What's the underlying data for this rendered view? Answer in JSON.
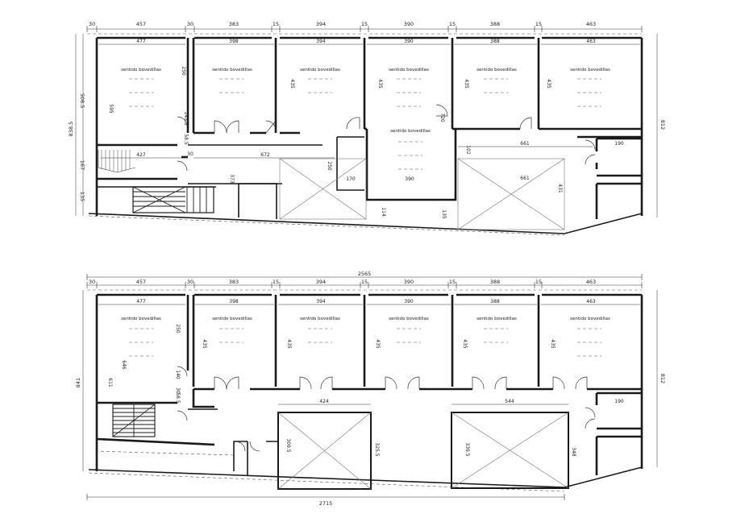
{
  "plan1": {
    "top_dims": [
      "30",
      "457",
      "30",
      "383",
      "15",
      "394",
      "15",
      "390",
      "15",
      "388",
      "15",
      "463"
    ],
    "cell_widths": [
      "398",
      "394",
      "390",
      "388",
      "463"
    ],
    "first_cell_width": "477",
    "rotation_label": "sentido bovedillas",
    "left_dims": [
      "838.5",
      "508.5",
      "167",
      "135"
    ],
    "right_dim": "812",
    "inner": {
      "d595": "595",
      "d250": "250",
      "d1433": "143.3",
      "d585": "58.5",
      "d30": "30",
      "d427": "427",
      "d672": "672",
      "d373": "373",
      "d250b": "250",
      "d170": "170",
      "d390": "390",
      "d114": "114",
      "d135": "135",
      "d720": "720",
      "d435": "435",
      "d102": "102",
      "d661a": "661",
      "d661b": "661",
      "d190": "190",
      "d431": "431"
    }
  },
  "plan2": {
    "overall_top": "2565",
    "top_dims": [
      "30",
      "457",
      "30",
      "383",
      "15",
      "394",
      "15",
      "390",
      "15",
      "388",
      "15",
      "463"
    ],
    "cell_widths": [
      "477",
      "398",
      "394",
      "390",
      "388",
      "463"
    ],
    "rotation_label": "sentido bovedillas",
    "left_dim": "841",
    "right_dim": "812",
    "inner": {
      "d250": "250",
      "d646": "646",
      "d611": "611",
      "d140": "140",
      "d585": "58.5",
      "d30": "30",
      "d435": "435",
      "d424": "424",
      "d544": "544",
      "d3095": "309.5",
      "d3255": "325.5",
      "d3395": "339.5",
      "d348": "348",
      "d190": "190"
    },
    "bottom_dim": "2715"
  }
}
